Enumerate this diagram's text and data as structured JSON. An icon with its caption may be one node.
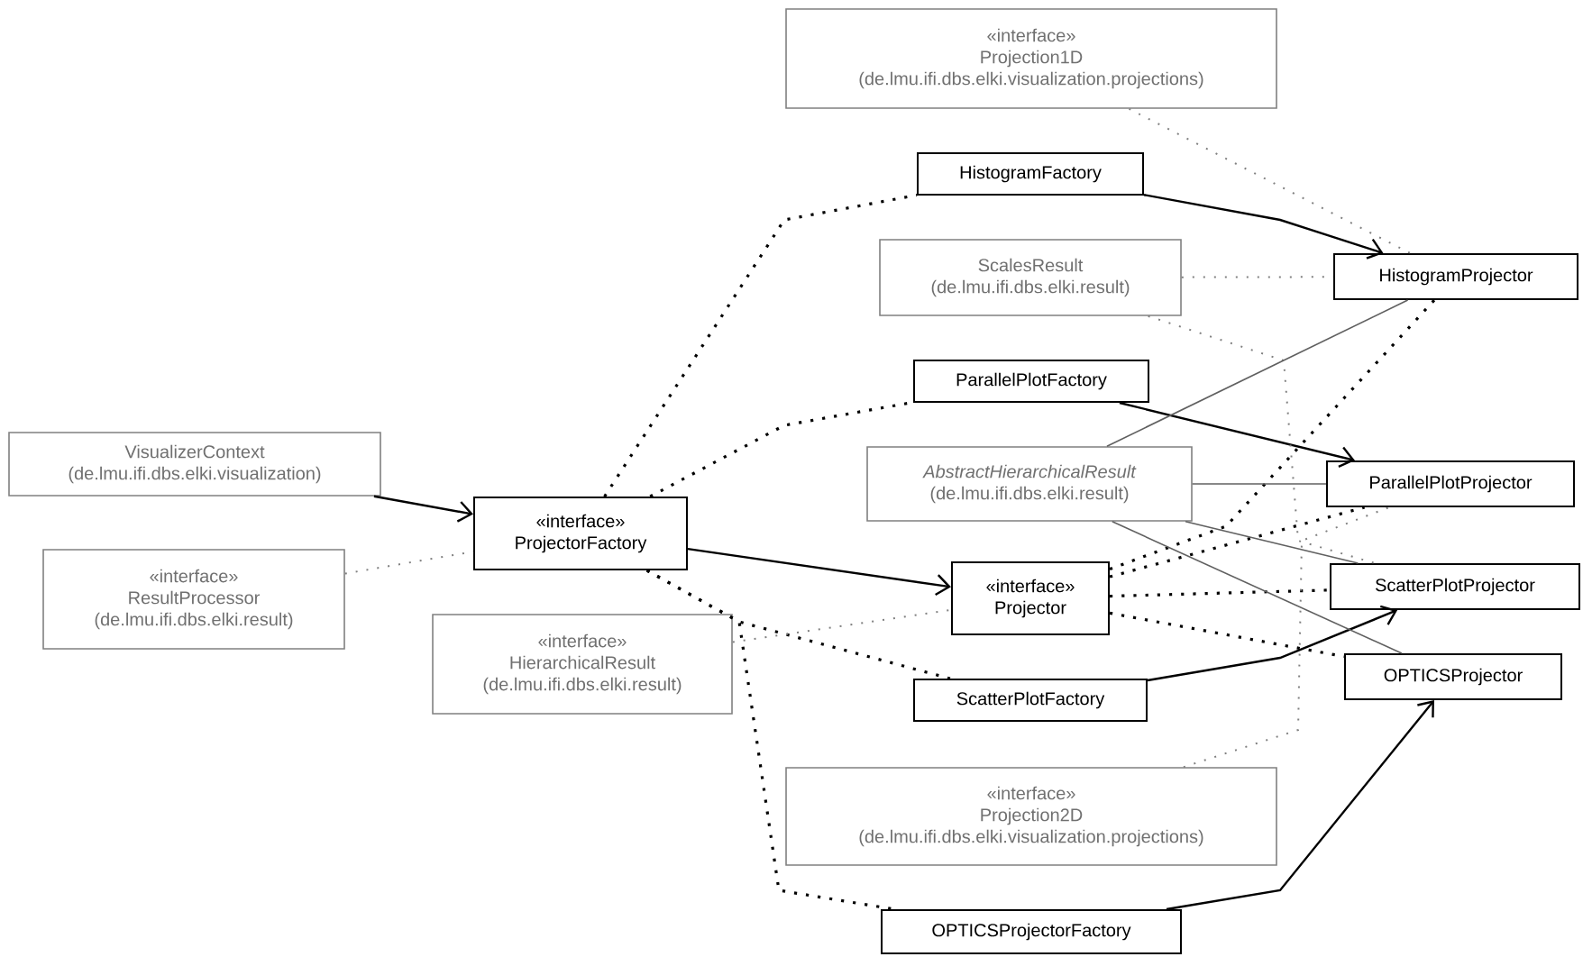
{
  "diagram": {
    "nodes": [
      {
        "text": [
          "«interface»",
          "Projection1D",
          "(de.lmu.ifi.dbs.elki.visualization.projections)"
        ]
      },
      {
        "text": [
          "HistogramFactory"
        ]
      },
      {
        "text": [
          "ScalesResult",
          "(de.lmu.ifi.dbs.elki.result)"
        ]
      },
      {
        "text": [
          "HistogramProjector"
        ]
      },
      {
        "text": [
          "ParallelPlotFactory"
        ]
      },
      {
        "text": [
          "VisualizerContext",
          "(de.lmu.ifi.dbs.elki.visualization)"
        ]
      },
      {
        "text": [
          "AbstractHierarchicalResult",
          "(de.lmu.ifi.dbs.elki.result)"
        ]
      },
      {
        "text": [
          "ParallelPlotProjector"
        ]
      },
      {
        "text": [
          "«interface»",
          "ProjectorFactory"
        ]
      },
      {
        "text": [
          "«interface»",
          "ResultProcessor",
          "(de.lmu.ifi.dbs.elki.result)"
        ]
      },
      {
        "text": [
          "«interface»",
          "Projector"
        ]
      },
      {
        "text": [
          "ScatterPlotProjector"
        ]
      },
      {
        "text": [
          "«interface»",
          "HierarchicalResult",
          "(de.lmu.ifi.dbs.elki.result)"
        ]
      },
      {
        "text": [
          "ScatterPlotFactory"
        ]
      },
      {
        "text": [
          "OPTICSProjector"
        ]
      },
      {
        "text": [
          "«interface»",
          "Projection2D",
          "(de.lmu.ifi.dbs.elki.visualization.projections)"
        ]
      },
      {
        "text": [
          "OPTICSProjectorFactory"
        ]
      }
    ],
    "edges": [
      {
        "from": 5,
        "to": 8,
        "arrow": "to"
      },
      {
        "from": 8,
        "to": 10,
        "arrow": "to"
      },
      {
        "from": 1,
        "to": 3,
        "arrow": "to"
      },
      {
        "from": 4,
        "to": 7,
        "arrow": "to"
      },
      {
        "from": 13,
        "to": 11,
        "arrow": "to"
      },
      {
        "from": 16,
        "to": 14,
        "arrow": "to"
      },
      {
        "from": 8,
        "to": 1,
        "arrow": "none",
        "style": "dashed"
      },
      {
        "from": 8,
        "to": 4,
        "arrow": "none",
        "style": "dashed"
      },
      {
        "from": 8,
        "to": 13,
        "arrow": "none",
        "style": "dashed"
      },
      {
        "from": 8,
        "to": 16,
        "arrow": "none",
        "style": "dashed"
      },
      {
        "from": 10,
        "to": 3,
        "arrow": "none",
        "style": "dashed"
      },
      {
        "from": 10,
        "to": 7,
        "arrow": "none",
        "style": "dashed"
      },
      {
        "from": 10,
        "to": 11,
        "arrow": "none",
        "style": "dashed"
      },
      {
        "from": 10,
        "to": 14,
        "arrow": "none",
        "style": "dashed"
      },
      {
        "from": 9,
        "to": 8,
        "arrow": "none",
        "style": "dashed",
        "color": "#808080"
      },
      {
        "from": 12,
        "to": 10,
        "arrow": "none",
        "style": "dashed",
        "color": "#808080"
      },
      {
        "from": 2,
        "to": 3,
        "arrow": "none",
        "style": "dashed",
        "color": "#808080"
      },
      {
        "from": 2,
        "to": 11,
        "arrow": "none",
        "style": "dashed",
        "color": "#808080"
      },
      {
        "from": 0,
        "to": 3,
        "arrow": "none",
        "style": "dashed",
        "color": "#808080"
      },
      {
        "from": 15,
        "to": 7,
        "arrow": "none",
        "style": "dashed",
        "color": "#808080"
      },
      {
        "from": 6,
        "to": 3,
        "arrow": "none",
        "color": "#606060"
      },
      {
        "from": 6,
        "to": 7,
        "arrow": "none",
        "color": "#606060"
      },
      {
        "from": 6,
        "to": 11,
        "arrow": "none",
        "color": "#606060"
      },
      {
        "from": 6,
        "to": 14,
        "arrow": "none",
        "color": "#606060"
      }
    ]
  }
}
